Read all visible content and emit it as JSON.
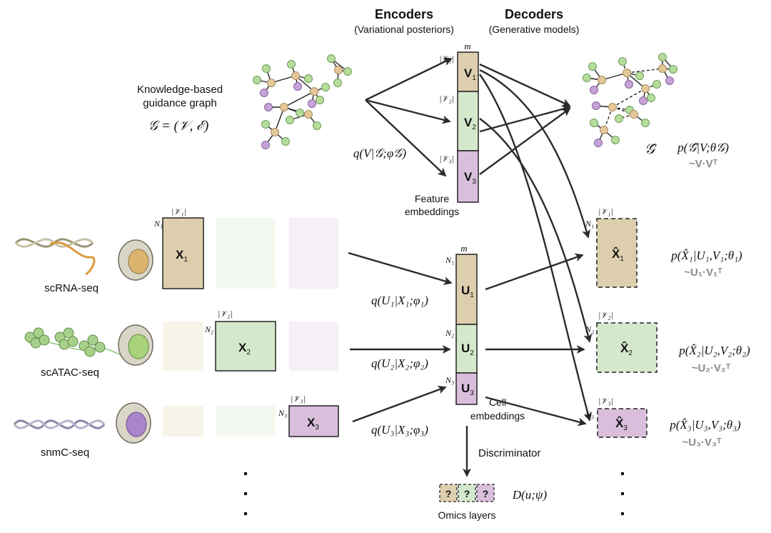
{
  "headers": {
    "encoders": "Encoders",
    "encoders_sub": "(Variational posteriors)",
    "decoders": "Decoders",
    "decoders_sub": "(Generative models)"
  },
  "guidance_graph": {
    "label_line1": "Knowledge-based",
    "label_line2": "guidance graph",
    "formula": "𝒢 = (𝒱, ℰ)",
    "hat_symbol": "𝒢̂"
  },
  "graph_encoder_formula": "q(V|𝒢;φ𝒢)",
  "graph_decoder": {
    "formula": "p(𝒢̂|V;θ𝒢)",
    "approx": "~V·Vᵀ"
  },
  "feature_embeddings": {
    "label_line1": "Feature",
    "label_line2": "embeddings",
    "dim_label": "m",
    "blocks": [
      {
        "size_label": "|𝒱₁|",
        "symbol": "V",
        "sub": "1"
      },
      {
        "size_label": "|𝒱₂|",
        "symbol": "V",
        "sub": "2"
      },
      {
        "size_label": "|𝒱₃|",
        "symbol": "V",
        "sub": "3"
      }
    ]
  },
  "cell_embeddings": {
    "label_line1": "Cell",
    "label_line2": "embeddings",
    "dim_label": "m",
    "blocks": [
      {
        "size_label": "N₁",
        "symbol": "U",
        "sub": "1"
      },
      {
        "size_label": "N₂",
        "symbol": "U",
        "sub": "2"
      },
      {
        "size_label": "N₃",
        "symbol": "U",
        "sub": "3"
      }
    ]
  },
  "omics": [
    {
      "name": "scRNA-seq",
      "n_label": "N₁",
      "v_label": "|𝒱₁|",
      "symbol": "X",
      "sub": "1",
      "encoder": "q(U₁|X₁;φ₁)",
      "decoder": "p(X̂₁|U₁,V₁;θ₁)",
      "approx": "~U₁·V₁ᵀ"
    },
    {
      "name": "scATAC-seq",
      "n_label": "N₂",
      "v_label": "|𝒱₂|",
      "symbol": "X",
      "sub": "2",
      "encoder": "q(U₂|X₂;φ₂)",
      "decoder": "p(X̂₂|U₂,V₂;θ₂)",
      "approx": "~U₂·V₂ᵀ"
    },
    {
      "name": "snmC-seq",
      "n_label": "N₃",
      "v_label": "|𝒱₃|",
      "symbol": "X",
      "sub": "3",
      "encoder": "q(U₃|X₃;φ₃)",
      "decoder": "p(X̂₃|U₃,V₃;θ₃)",
      "approx": "~U₃·V₃ᵀ"
    }
  ],
  "discriminator": {
    "label": "Discriminator",
    "formula": "D(u;ψ)",
    "cells": [
      "?",
      "?",
      "?"
    ],
    "omics_label": "Omics layers"
  },
  "colors": {
    "rna": "#ddceae",
    "atac": "#d4e8cc",
    "mc": "#d9bfdc",
    "rna_faint": "#f8f4ea",
    "atac_faint": "#f2f8ef",
    "mc_faint": "#f6eff7",
    "node_tan": "#e5c89a",
    "node_green": "#b6dc9c",
    "node_purple": "#c6a2d6",
    "arrow": "#2b2b2b"
  }
}
